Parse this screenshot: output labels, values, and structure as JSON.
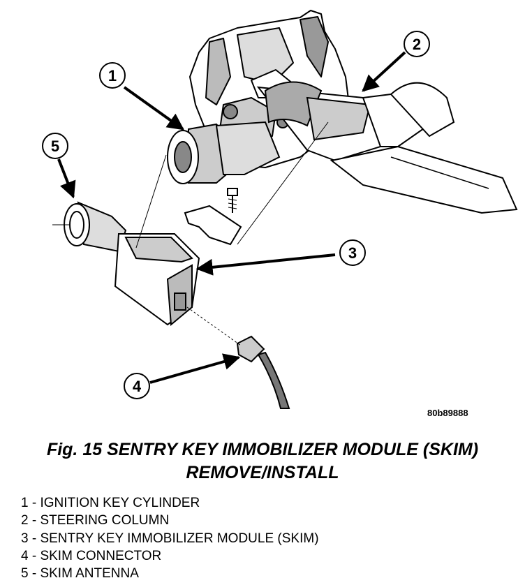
{
  "diagram": {
    "callouts": [
      "1",
      "2",
      "3",
      "4",
      "5"
    ],
    "figure_code": "80b89888"
  },
  "caption": {
    "line1": "Fig. 15 SENTRY KEY IMMOBILIZER MODULE (SKIM)",
    "line2": "REMOVE/INSTALL"
  },
  "legend": [
    "1 - IGNITION KEY CYLINDER",
    "2 - STEERING COLUMN",
    "3 - SENTRY KEY IMMOBILIZER MODULE (SKIM)",
    "4 - SKIM CONNECTOR",
    "5 - SKIM ANTENNA"
  ]
}
